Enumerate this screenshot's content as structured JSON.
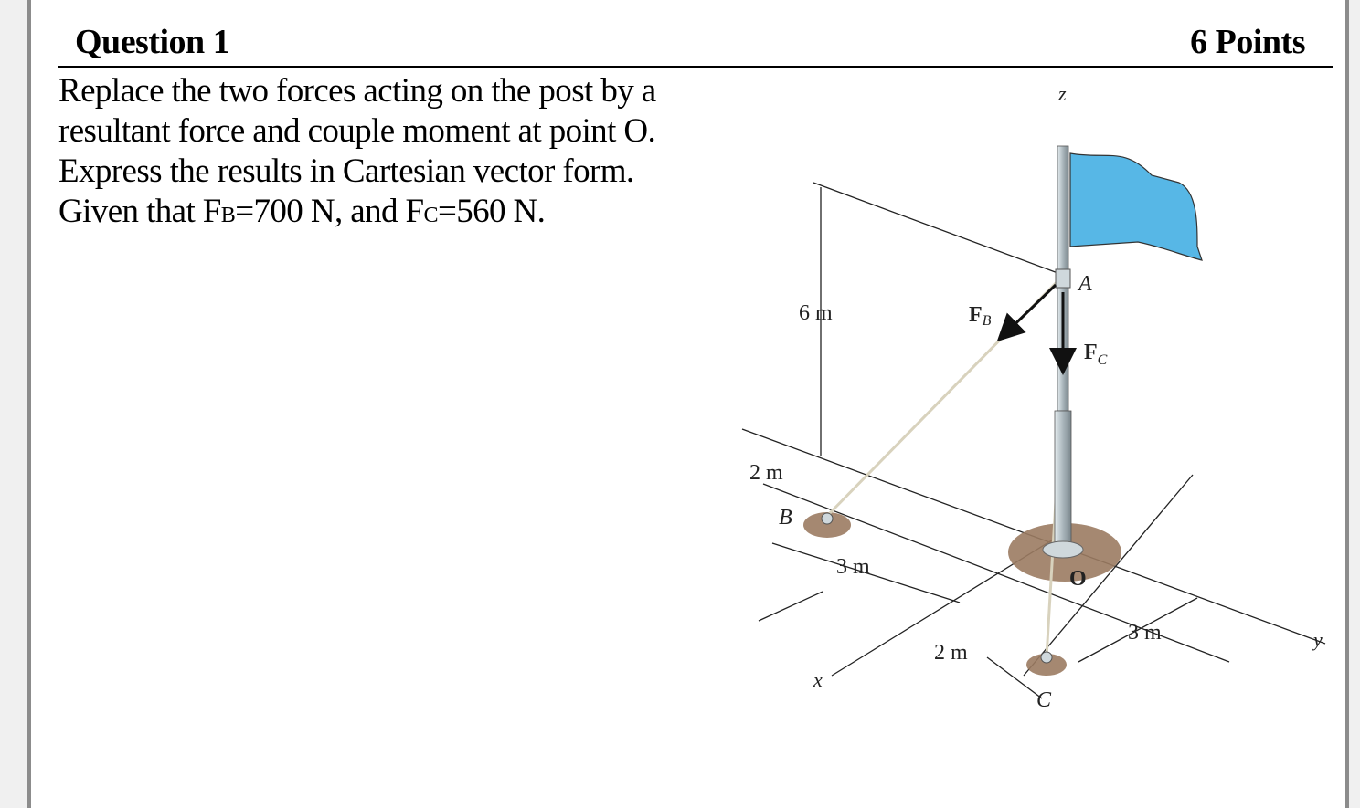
{
  "question": {
    "title": "Question 1",
    "points": "6 Points",
    "lines": [
      "Replace the two forces acting on the post by a",
      "resultant force and couple moment at point O.",
      "Express the results in Cartesian vector form."
    ],
    "given_prefix": "Given that F",
    "fb_sub": "B",
    "fb_value": "=700 N, and F",
    "fc_sub": "C",
    "fc_value": "=560 N."
  },
  "figure": {
    "labels": {
      "z": "z",
      "a": "A",
      "fb_main": "F",
      "fb_sub": "B",
      "fc_main": "F",
      "fc_sub": "C",
      "six_m": "6 m",
      "two_m_left": "2 m",
      "b": "B",
      "three_m_left": "3 m",
      "o": "O",
      "two_m_bottom": "2 m",
      "c": "C",
      "three_m_right": "3 m",
      "x": "x",
      "y": "y"
    },
    "colors": {
      "flag": "#57b7e6",
      "pole": "#aab6bc",
      "ground": "#9b7b62",
      "cable": "#d8d2bd"
    }
  }
}
